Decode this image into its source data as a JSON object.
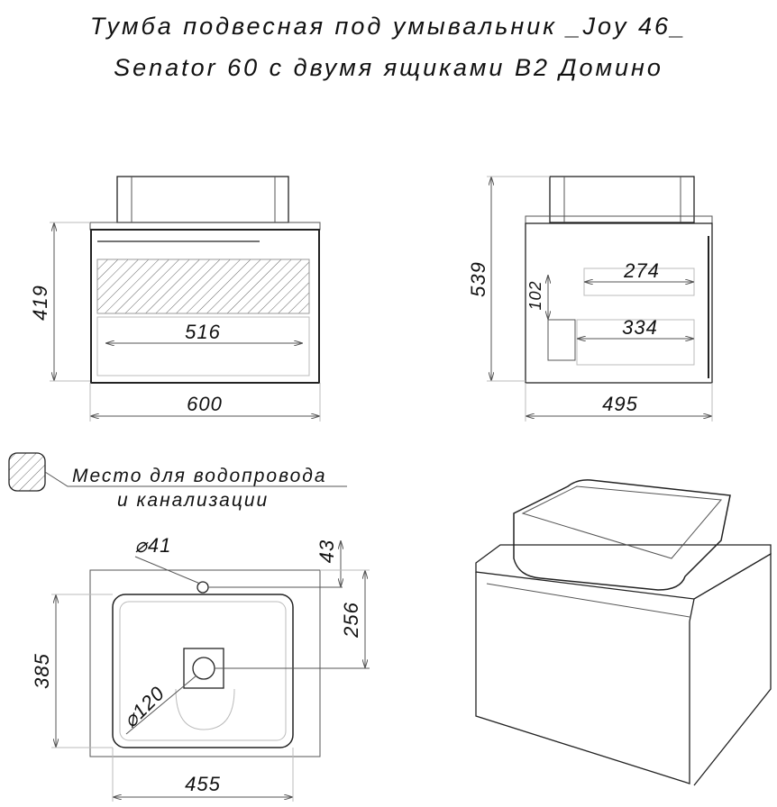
{
  "title": {
    "line1": "Тумба подвесная под умывальник _Joy 46_",
    "line2": "Senator 60 с двумя ящиками B2 Домино"
  },
  "front_view": {
    "height": "419",
    "width": "600",
    "inner_width": "516"
  },
  "side_view": {
    "height": "539",
    "depth": "495",
    "drawer1_depth": "274",
    "drawer2_depth": "334",
    "offset": "102"
  },
  "legend": {
    "line1": "Место для водопровода",
    "line2": "и канализации"
  },
  "plan_view": {
    "hole_diameter": "⌀41",
    "hole_offset": "43",
    "drain_offset": "256",
    "depth": "385",
    "drain_diameter": "⌀120",
    "width": "455"
  }
}
